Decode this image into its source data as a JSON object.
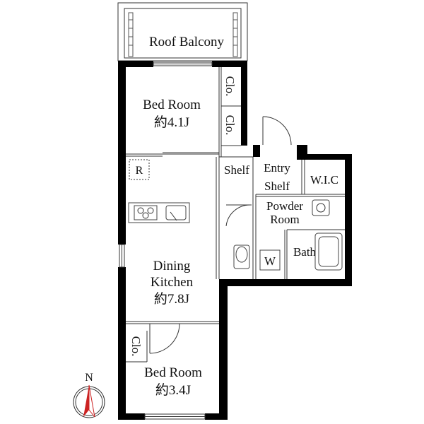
{
  "rooms": {
    "roof_balcony": "Roof Balcony",
    "bed_room_top": {
      "name": "Bed Room",
      "size": "約4.1J"
    },
    "closet_1": "Clo.",
    "closet_2": "Clo.",
    "closet_3": "Clo.",
    "refrigerator": "R",
    "shelf": "Shelf",
    "entry": "Entry",
    "entry_shelf": "Shelf",
    "walk_in_closet": "W.I.C",
    "powder_room": {
      "line1": "Powder",
      "line2": "Room"
    },
    "washer": "W",
    "bath": "Bath",
    "dining_kitchen": {
      "line1": "Dining",
      "line2": "Kitchen",
      "size": "約7.8J"
    },
    "bed_room_bottom": {
      "name": "Bed Room",
      "size": "約3.4J"
    }
  },
  "compass": {
    "label": "N"
  },
  "colors": {
    "wall": "#000000",
    "line": "#333333",
    "compass_red": "#cc2222"
  }
}
